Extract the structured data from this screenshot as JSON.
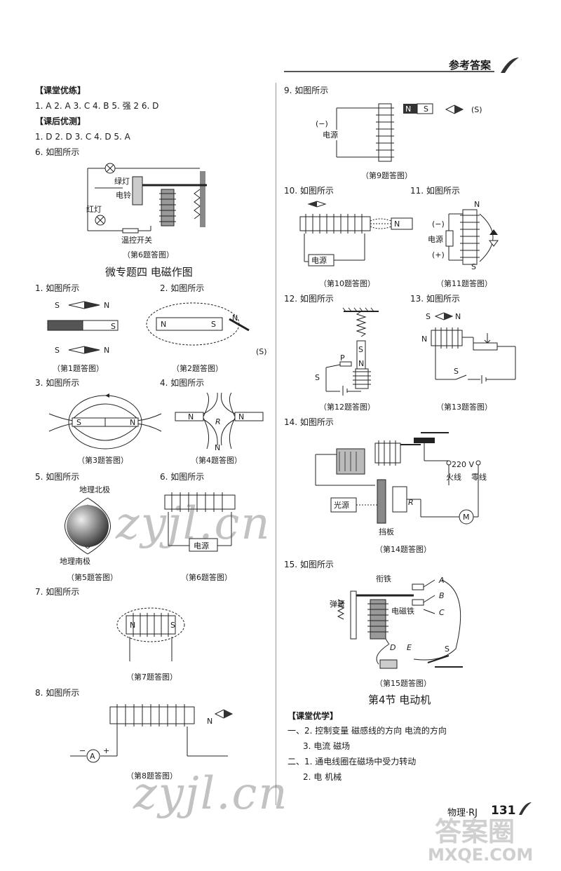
{
  "header": {
    "title": "参考答案"
  },
  "left": {
    "classroom_label": "【课堂优练】",
    "classroom_answers": "1. A   2. A   3. C   4. B   5. 强   2   6. D",
    "after_label": "【课后优测】",
    "after_answers": "1. D   2. D   3. C   4. D   5. A",
    "q6": "6. 如图所示",
    "fig6": {
      "green": "绿灯",
      "bell": "电铃",
      "red": "红灯",
      "switch": "温控开关",
      "caption": "（第6题答图）"
    },
    "section_title": "微专题四   电磁作图",
    "q1": "1. 如图所示",
    "q2": "2. 如图所示",
    "fig1_caption": "（第1题答图）",
    "fig2_caption": "（第2题答图）",
    "q3": "3. 如图所示",
    "q4": "4. 如图所示",
    "fig3_caption": "（第3题答图）",
    "fig4_caption": "（第4题答图）",
    "q5": "5. 如图所示",
    "q6b": "6. 如图所示",
    "fig5": {
      "north": "地理北极",
      "south": "地理南极",
      "caption": "（第5题答图）"
    },
    "fig6b": {
      "power": "电源",
      "caption": "（第6题答图）"
    },
    "q7": "7. 如图所示",
    "fig7_caption": "（第7题答图）",
    "q8": "8. 如图所示",
    "fig8_caption": "（第8题答图）"
  },
  "right": {
    "q9": "9. 如图所示",
    "fig9": {
      "minus": "(−)",
      "power": "电源",
      "s": "(S)",
      "caption": "（第9题答图）"
    },
    "q10": "10. 如图所示",
    "q11": "11. 如图所示",
    "fig10": {
      "power": "电源",
      "caption": "（第10题答图）"
    },
    "fig11": {
      "minus": "(−)",
      "power": "电源",
      "plus": "(+)",
      "caption": "（第11题答图）"
    },
    "q12": "12. 如图所示",
    "q13": "13. 如图所示",
    "fig12_caption": "（第12题答图）",
    "fig13_caption": "（第13题答图）",
    "q14": "14. 如图所示",
    "fig14": {
      "v220": "220 V",
      "fire": "火线",
      "zero": "零线",
      "light": "光源",
      "board": "挡板",
      "caption": "（第14题答图）"
    },
    "q15": "15. 如图所示",
    "fig15": {
      "armature": "衔铁",
      "spring": "弹簧",
      "magnet": "电磁铁",
      "caption": "（第15题答图）"
    },
    "section_title": "第4节   电动机",
    "classroom_label": "【课堂优学】",
    "line1": "一、2. 控制变量   磁感线的方向   电流的方向",
    "line2": "3. 电流   磁场",
    "line3": "二、1. 通电线圈在磁场中受力转动",
    "line4": "2. 电   机械"
  },
  "footer": {
    "subject": "物理·RJ",
    "page": "131"
  },
  "watermarks": {
    "wm1": "zyjl.cn",
    "wm2": "zyjl.cn",
    "brand": "答案圈",
    "site": "MXQE.COM"
  }
}
